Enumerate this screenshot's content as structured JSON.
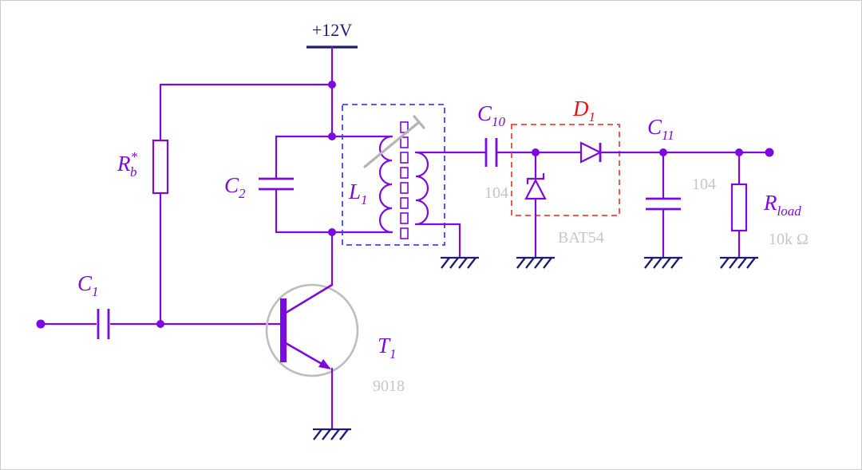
{
  "diagram": {
    "type": "circuit-schematic",
    "power": {
      "label": "+12V"
    },
    "components": {
      "rb": {
        "name": "R",
        "sup": "*",
        "sub": "b"
      },
      "c1": {
        "name": "C",
        "sub": "1"
      },
      "c2": {
        "name": "C",
        "sub": "2"
      },
      "l1": {
        "name": "L",
        "sub": "1"
      },
      "t1": {
        "name": "T",
        "sub": "1",
        "part": "9018"
      },
      "c10": {
        "name": "C",
        "sub": "10",
        "value": "104"
      },
      "d1": {
        "name": "D",
        "sub": "1",
        "part": "BAT54"
      },
      "c11": {
        "name": "C",
        "sub": "11",
        "value": "104"
      },
      "rload": {
        "name": "R",
        "sub": "load",
        "value": "10k Ω"
      }
    }
  },
  "colors": {
    "wire": "#7c09e0",
    "dark": "#1c1c78",
    "gray": "#c6c6c6",
    "red": "#ee1111",
    "bluebox": "#4343f2",
    "redbox": "#f24343",
    "trimmer": "#b4b4b4",
    "circle": "#bdbdbd",
    "bg": "#ffffff",
    "border": "#cccccc"
  }
}
